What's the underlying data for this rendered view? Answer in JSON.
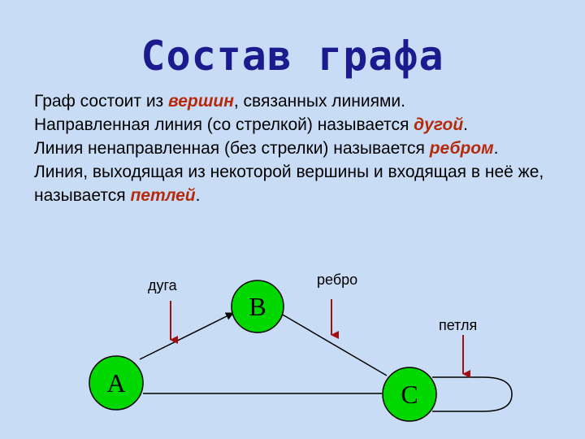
{
  "title": "Состав графа",
  "paragraphs": [
    [
      "Граф состоит из ",
      "вершин",
      ", связанных линиями."
    ],
    [
      "Направленная линия (со стрелкой) называется ",
      "дугой",
      "."
    ],
    [
      "Линия ненаправленная (без стрелки) называется ",
      "ребром",
      "."
    ],
    [
      "Линия, выходящая из некоторой вершины и входящая в неё же, называется ",
      "петлей",
      "."
    ]
  ],
  "graph": {
    "nodes": [
      {
        "id": "A",
        "label": "A"
      },
      {
        "id": "B",
        "label": "B"
      },
      {
        "id": "C",
        "label": "C"
      }
    ],
    "edges": [
      {
        "from": "A",
        "to": "B",
        "type": "arc"
      },
      {
        "from": "B",
        "to": "C",
        "type": "edge"
      },
      {
        "from": "A",
        "to": "C",
        "type": "edge"
      },
      {
        "from": "C",
        "to": "C",
        "type": "loop"
      }
    ],
    "callouts": {
      "arc": "дуга",
      "edge": "ребро",
      "loop": "петля"
    }
  },
  "colors": {
    "background": "#c9dcf6",
    "title": "#1b1b8e",
    "term": "#b52a0a",
    "node_fill": "#00d800",
    "pointer": "#a01010"
  }
}
